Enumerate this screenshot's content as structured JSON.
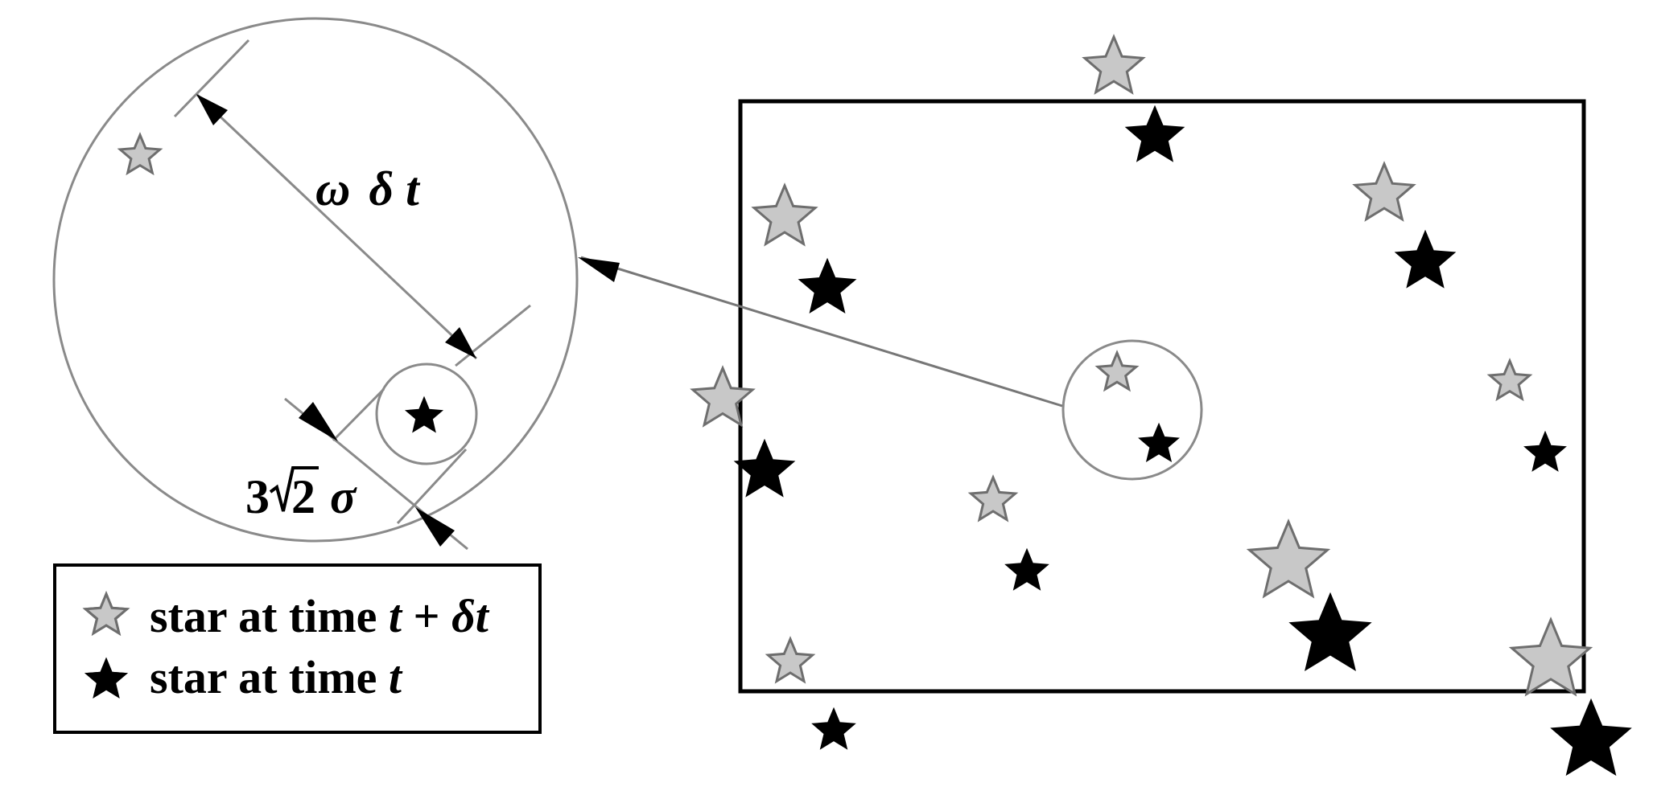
{
  "colors": {
    "star_later": "#c8c8c8",
    "star_later_stroke": "#6e6e6e",
    "star_now": "#000000",
    "circle_stroke": "#8a8a8a",
    "frame": "#000000",
    "background": "#ffffff"
  },
  "icons": {
    "star_later": "star-gray-icon",
    "star_now": "star-black-icon"
  },
  "zoom": {
    "motion_label": {
      "symbol": "ω",
      "delta": "δ",
      "var": "t"
    },
    "error_label": {
      "coef": "3",
      "radicand": "2",
      "sigma": "σ"
    }
  },
  "legend": {
    "later": {
      "text": "star at time ",
      "t": "t",
      "plus": "+",
      "dt": "δt"
    },
    "now": {
      "text": "star at time ",
      "t": "t"
    }
  }
}
